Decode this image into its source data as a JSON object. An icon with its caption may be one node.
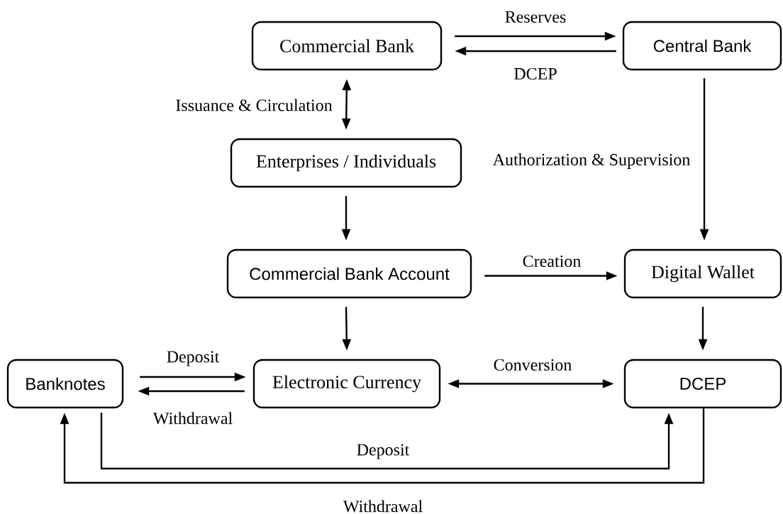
{
  "diagram": {
    "nodes": [
      {
        "text": [
          "Commercial Bank"
        ]
      },
      {
        "text": [
          "Central Bank"
        ]
      },
      {
        "text": [
          "Enterprises / Individuals"
        ]
      },
      {
        "text": [
          "Commercial Bank Account"
        ]
      },
      {
        "text": [
          "Digital Wallet"
        ]
      },
      {
        "text": [
          "Banknotes"
        ]
      },
      {
        "text": [
          "Electronic Currency"
        ]
      },
      {
        "text": [
          "DCEP"
        ]
      }
    ],
    "edges": [
      {
        "from": 0,
        "to": 1,
        "arrow": "to",
        "label": "Reserves"
      },
      {
        "from": 1,
        "to": 0,
        "arrow": "to",
        "label": "DCEP"
      },
      {
        "from": 0,
        "to": 2,
        "arrow": "both",
        "label": "Issuance & Circulation"
      },
      {
        "from": 1,
        "to": 4,
        "arrow": "to",
        "label": "Authorization & Supervision"
      },
      {
        "from": 2,
        "to": 3,
        "arrow": "to"
      },
      {
        "from": 3,
        "to": 4,
        "arrow": "to",
        "label": "Creation"
      },
      {
        "from": 3,
        "to": 6,
        "arrow": "to"
      },
      {
        "from": 4,
        "to": 7,
        "arrow": "to"
      },
      {
        "from": 5,
        "to": 6,
        "arrow": "to",
        "label": "Deposit"
      },
      {
        "from": 6,
        "to": 5,
        "arrow": "to",
        "label": "Withdrawal"
      },
      {
        "from": 6,
        "to": 7,
        "arrow": "both",
        "label": "Conversion"
      },
      {
        "from": 5,
        "to": 7,
        "arrow": "to",
        "label": "Deposit"
      },
      {
        "from": 7,
        "to": 5,
        "arrow": "to",
        "label": "Withdrawal"
      }
    ]
  }
}
